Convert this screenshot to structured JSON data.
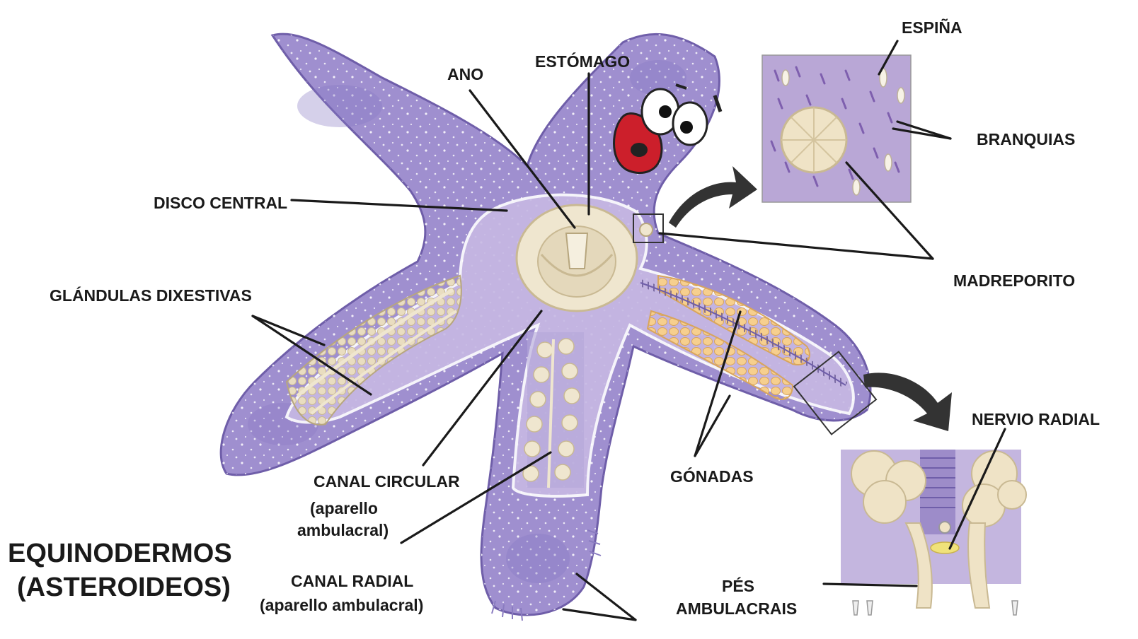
{
  "title": {
    "line1": "EQUINODERMOS",
    "line2": "(ASTEROIDEOS)"
  },
  "labels": {
    "espina": "ESPIÑA",
    "ano": "ANO",
    "estomago": "ESTÓMAGO",
    "branquias": "BRANQUIAS",
    "disco_central": "DISCO CENTRAL",
    "glandulas": "GLÁNDULAS DIXESTIVAS",
    "madreporito": "MADREPORITO",
    "nervio_radial": "NERVIO RADIAL",
    "gonadas": "GÓNADAS",
    "canal_circular": "CANAL CIRCULAR",
    "canal_circular_sub1": "(aparello",
    "canal_circular_sub2": "ambulacral)",
    "canal_radial": "CANAL RADIAL",
    "canal_radial_sub": "(aparello ambulacral)",
    "pes_line1": "PÉS",
    "pes_line2": "AMBULACRAIS"
  },
  "colors": {
    "body": "#9f8fcf",
    "body_dark": "#7e6cb6",
    "organ": "#efe6cf",
    "gonad": "#f2c98a",
    "inset_bg": "#b9a7d6",
    "leader": "#1a1a1a"
  }
}
